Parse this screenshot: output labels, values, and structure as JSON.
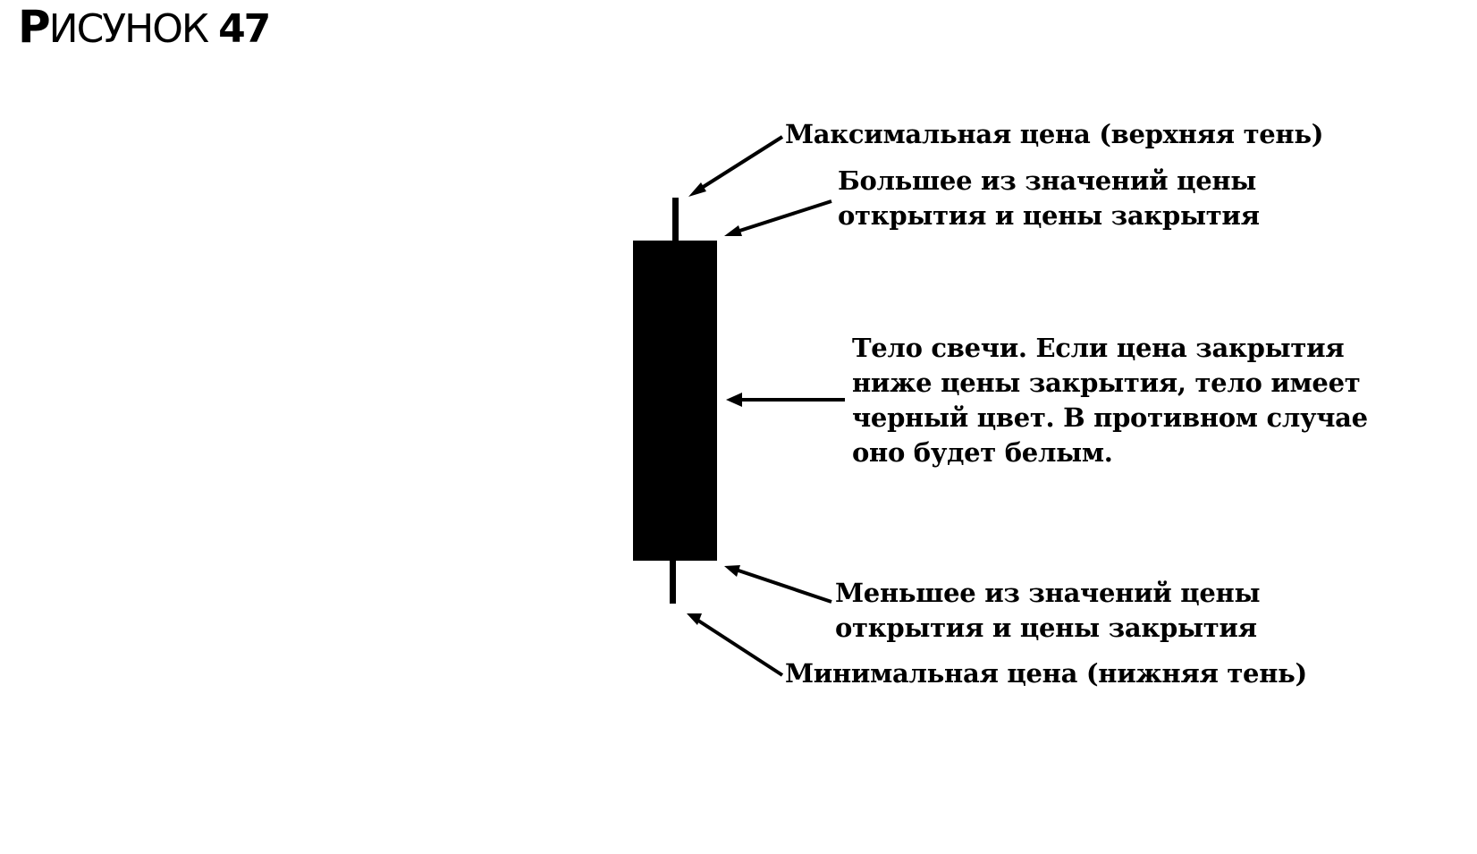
{
  "figure": {
    "title_lead": "Р",
    "title_rest": "ИСУНОК",
    "number": "47"
  },
  "labels": {
    "high": "Максимальная цена (верхняя тень)",
    "body_top": {
      "line1": "Большее из значений цены",
      "line2": "открытия и цены закрытия"
    },
    "body": {
      "line1": "Тело свечи. Если цена закрытия",
      "line2": "ниже цены закрытия, тело имеет",
      "line3": "черный цвет. В противном случае",
      "line4": "оно будет белым."
    },
    "body_bottom": {
      "line1": "Меньшее из значений цены",
      "line2": "открытия и цены закрытия"
    },
    "low": "Минимальная цена (нижняя тень)"
  },
  "colors": {
    "ink": "#000000",
    "paper": "#ffffff"
  }
}
